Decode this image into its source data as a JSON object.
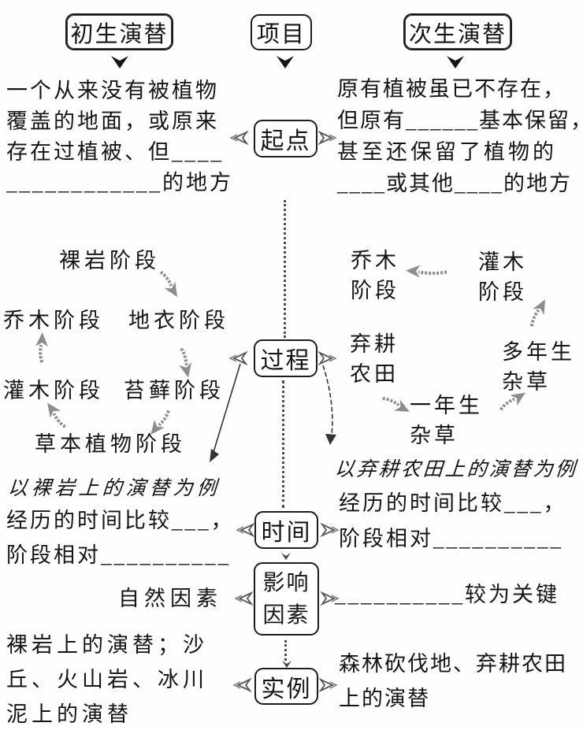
{
  "palette": {
    "ink": "#151515",
    "sketch_gray": "#8d8d8d",
    "connector_gray": "#4d4d4d"
  },
  "header": {
    "primary_box": "初生演替",
    "project_box": "项目",
    "secondary_box": "次生演替"
  },
  "origin_row": {
    "box_label": "起点",
    "left_lines": [
      "一个从来没有被植物",
      "覆盖的地面，或原来",
      "存在过植被、但____",
      "____________的地方"
    ],
    "right_lines": [
      "原有植被虽已不存在，",
      "但原有______基本保留，",
      "甚至还保留了植物的",
      "____或其他____的地方"
    ]
  },
  "process_row": {
    "box_label": "过程",
    "bare_rock_cycle": {
      "bare_rock": "裸岩阶段",
      "lichen": "地衣阶段",
      "moss": "苔藓阶段",
      "herb": "草本植物阶段",
      "shrub": "灌木阶段",
      "tree": "乔木阶段",
      "caption": "以裸岩上的演替为例"
    },
    "farmland_cycle": {
      "tree_line1": "乔木",
      "tree_line2": "阶段",
      "shrub_line1": "灌木",
      "shrub_line2": "阶段",
      "abandoned_line1": "弃耕",
      "abandoned_line2": "农田",
      "annual_line1": "一年生",
      "annual_line2": "杂草",
      "perennial_line1": "多年生",
      "perennial_line2": "杂草",
      "caption": "以弃耕农田上的演替为例"
    }
  },
  "time_row": {
    "box_label": "时间",
    "left_lines": [
      "经历的时间比较___，",
      "阶段相对__________"
    ],
    "right_lines": [
      "经历的时间比较___，",
      "阶段相对__________"
    ]
  },
  "factors_row": {
    "box_label_line1": "影响",
    "box_label_line2": "因素",
    "left_text": "自然因素",
    "right_text": "__________较为关键"
  },
  "example_row": {
    "box_label": "实例",
    "left_lines": [
      "裸岩上的演替；沙",
      "丘、火山岩、冰川",
      "泥上的演替"
    ],
    "right_lines": [
      "森林砍伐地、弃耕农田",
      "上的演替"
    ]
  }
}
